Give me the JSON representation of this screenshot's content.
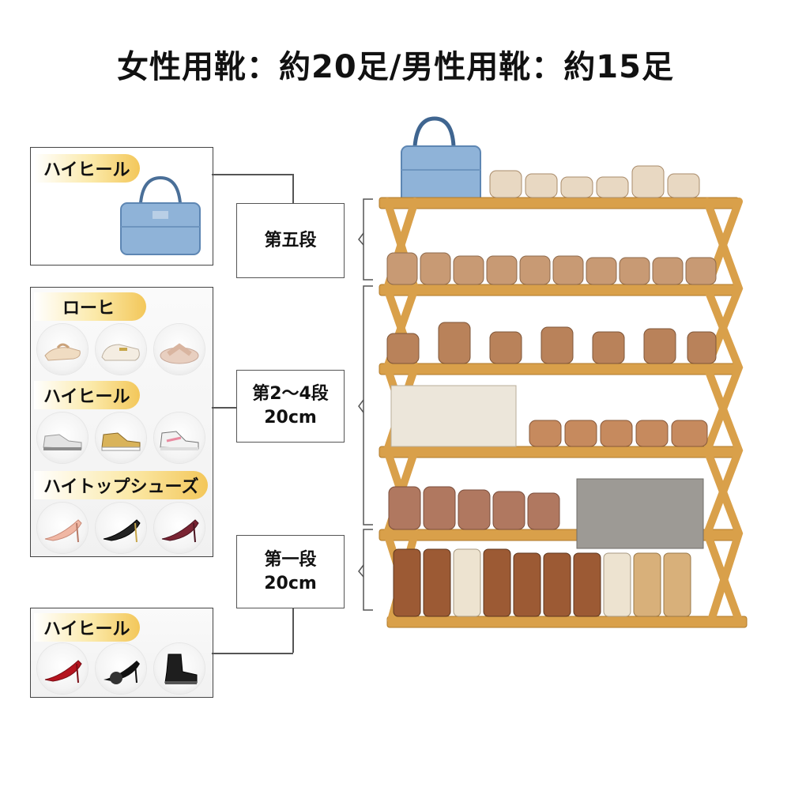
{
  "title": "女性用靴：約20足/男性用靴：約15足",
  "panels": {
    "top": {
      "tag": "ハイヒール",
      "item_icon": "handbag-icon"
    },
    "middle": {
      "tags": [
        "ローヒ",
        "ハイヒール",
        "ハイトップシューズ"
      ],
      "row_icons": [
        [
          "flat-sandal-icon",
          "loafer-icon",
          "slipper-icon"
        ],
        [
          "sneaker-icon",
          "sneaker-icon",
          "sneaker-icon"
        ],
        [
          "stiletto-icon",
          "stiletto-icon",
          "stiletto-icon"
        ]
      ]
    },
    "bottom": {
      "tag": "ハイヒール",
      "icons": [
        "stiletto-icon",
        "strappy-heel-icon",
        "combat-boot-icon"
      ]
    }
  },
  "labels": {
    "tier5": "第五段",
    "tier2_4_line1": "第2～4段",
    "tier2_4_line2": "20cm",
    "tier1_line1": "第一段",
    "tier1_line2": "20cm"
  },
  "colors": {
    "bamboo": "#d9a04a",
    "tag_gold": "#f3c75a",
    "bag_blue": "#8fb3d8"
  }
}
